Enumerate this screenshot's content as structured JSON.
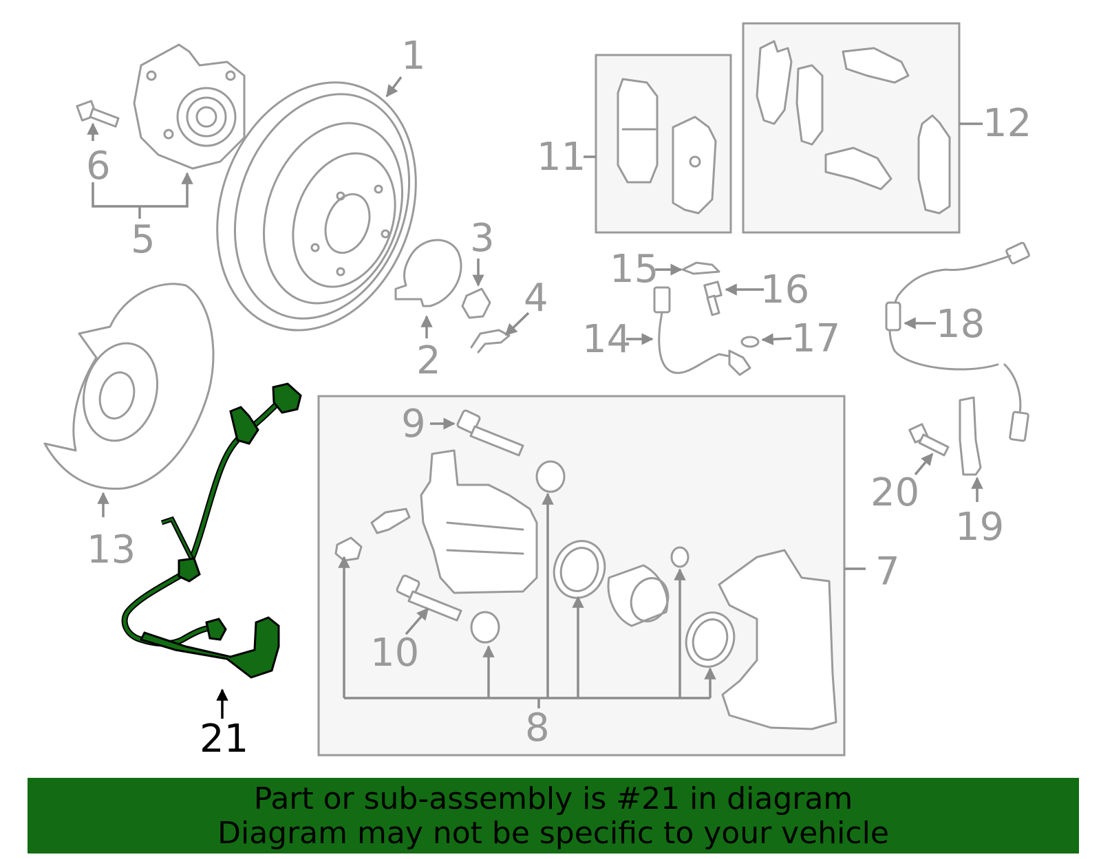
{
  "highlight_color": "#136c13",
  "highlighted_part": "21",
  "labels": {
    "p1": "1",
    "p2": "2",
    "p3": "3",
    "p4": "4",
    "p5": "5",
    "p6": "6",
    "p7": "7",
    "p8": "8",
    "p9": "9",
    "p10": "10",
    "p11": "11",
    "p12": "12",
    "p13": "13",
    "p14": "14",
    "p15": "15",
    "p16": "16",
    "p17": "17",
    "p18": "18",
    "p19": "19",
    "p20": "20",
    "p21": "21"
  },
  "banner": {
    "line1": "Part or sub-assembly is #21 in diagram",
    "line2": "Diagram may not be specific to your vehicle"
  }
}
